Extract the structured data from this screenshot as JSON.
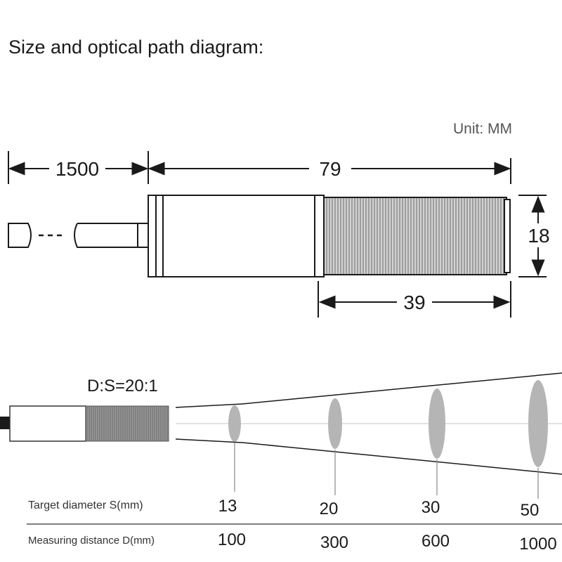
{
  "title": "Size and optical path diagram:",
  "unit": "Unit: MM",
  "dimensions": {
    "cable_length": "1500",
    "total_length": "79",
    "diameter": "18",
    "thread_length": "39"
  },
  "ratio": "D:S=20:1",
  "table": {
    "target_label": "Target diameter S(mm)",
    "distance_label": "Measuring distance D(mm)",
    "target_values": [
      "13",
      "20",
      "30",
      "50"
    ],
    "distance_values": [
      "100",
      "300",
      "600",
      "1000"
    ]
  },
  "colors": {
    "line": "#1a1a1a",
    "thread": "#8a8a8a",
    "spot": "#b5b5b5"
  }
}
